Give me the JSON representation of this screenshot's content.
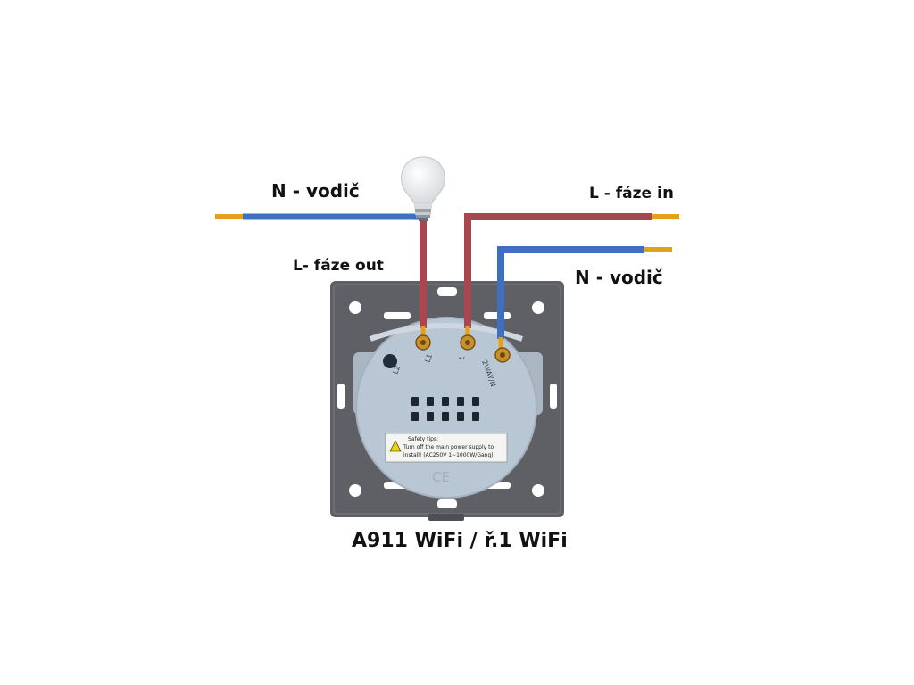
{
  "labels": {
    "n_left": "N - vodič",
    "l_in_main": "L - fáze",
    "l_in_suffix": "in",
    "l_out": "L- fáze out",
    "n_right": "N - vodič",
    "model": "A911 WiFi / ř.1 WiFi"
  },
  "terminals": {
    "l2": "L2",
    "l1": "L1",
    "l": "L",
    "twoway": "2WAY/N"
  },
  "safety": {
    "title": "Safety tips:",
    "line1": "Turn off the main power supply to",
    "line2": "install! (AC250V   1~1000W/Gang)"
  },
  "ce_mark": "CE",
  "colors": {
    "neutral_wire": "#3f6fbf",
    "phase_wire": "#a8474f",
    "wire_tip": "#e2a11a",
    "frame": "#5e6066",
    "module": "#b9c6d3"
  }
}
